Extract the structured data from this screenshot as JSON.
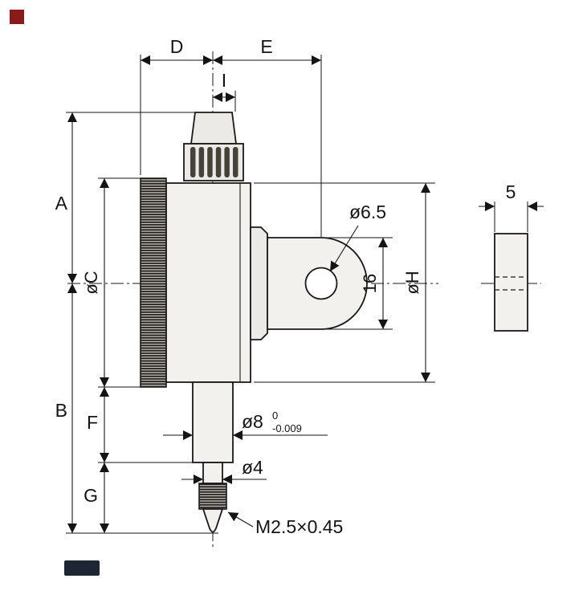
{
  "title": "Back plunger dial indicator dimension drawing",
  "labels": {
    "dim_d": "D",
    "dim_e": "E",
    "dim_i": "I",
    "dim_a": "A",
    "dim_b": "B",
    "dim_c": "øC",
    "dim_f": "F",
    "dim_g": "G",
    "hole_dia": "ø6.5",
    "boss_width": "16",
    "dim_h": "øH",
    "stem_dia": "ø8",
    "stem_tol_upper": "0",
    "stem_tol_lower": "-0.009",
    "neck_dia": "ø4",
    "thread_spec": "M2.5×0.45",
    "plate_thickness": "5"
  },
  "colors": {
    "line": "#1a1a1a",
    "part_fill": "#f3f1ee",
    "knurl_dark": "#1f1d1a",
    "brand_red": "#8a1b1b",
    "brand_navy": "#1e2634"
  }
}
